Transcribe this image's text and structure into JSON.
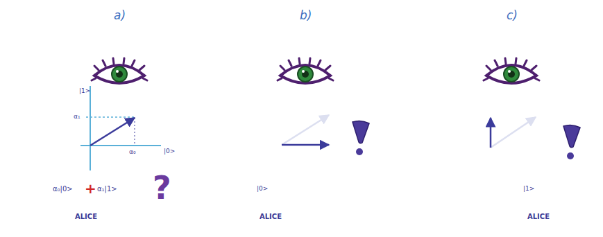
{
  "diagram": {
    "labels": [
      "a)",
      "b)",
      "c)",
      "|1>",
      "α₁",
      "α₀",
      "|0>",
      "α₀|0>",
      "+",
      "α₁|1>",
      "?",
      "ALICE",
      "|0>",
      "ALICE",
      "|1>",
      "ALICE"
    ]
  }
}
